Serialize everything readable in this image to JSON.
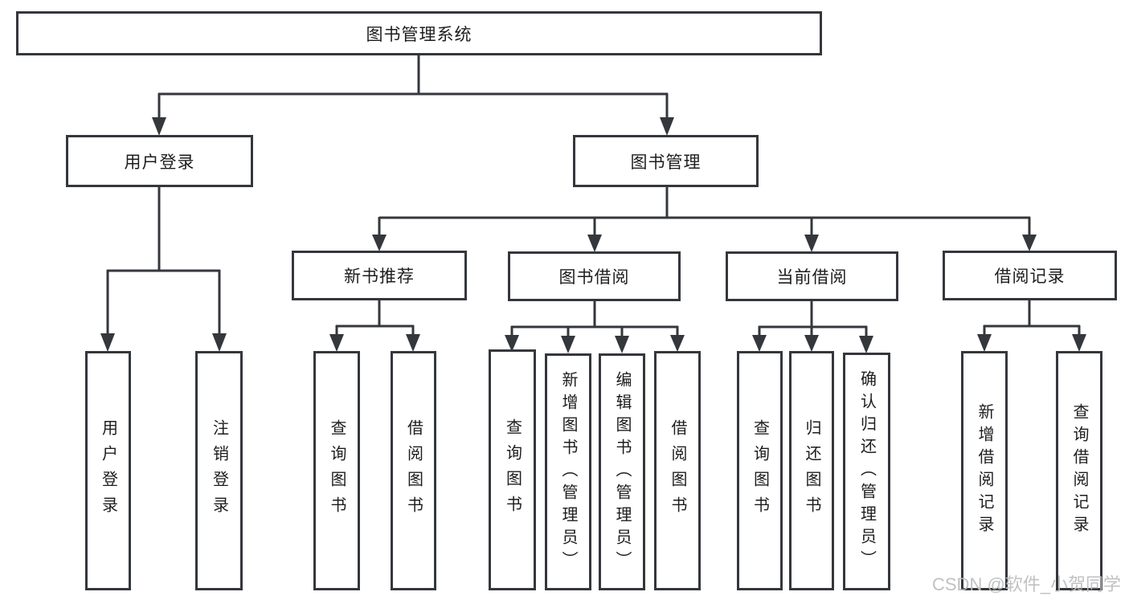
{
  "colors": {
    "line": "#34373c",
    "node_text": "#1d1d1f",
    "node_background": "#ffffff",
    "watermark_text_color": "#bebebe",
    "page_background": "#ffffff"
  },
  "diagram": {
    "root": {
      "label": "图书管理系统",
      "children": [
        {
          "label": "用户登录",
          "children": [
            {
              "label": "用户登录"
            },
            {
              "label": "注销登录"
            }
          ]
        },
        {
          "label": "图书管理",
          "children": [
            {
              "label": "新书推荐",
              "children": [
                {
                  "label": "查询图书"
                },
                {
                  "label": "借阅图书"
                }
              ]
            },
            {
              "label": "图书借阅",
              "children": [
                {
                  "label": "查询图书"
                },
                {
                  "label": "新增图书（管理员）"
                },
                {
                  "label": "编辑图书（管理员）"
                },
                {
                  "label": "借阅图书"
                }
              ]
            },
            {
              "label": "当前借阅",
              "children": [
                {
                  "label": "查询图书"
                },
                {
                  "label": "归还图书"
                },
                {
                  "label": "确认归还（管理员）"
                }
              ]
            },
            {
              "label": "借阅记录",
              "children": [
                {
                  "label": "新增借阅记录"
                },
                {
                  "label": "查询借阅记录"
                }
              ]
            }
          ]
        }
      ]
    }
  },
  "watermark": {
    "text": "CSDN @软件_小贺同学"
  }
}
